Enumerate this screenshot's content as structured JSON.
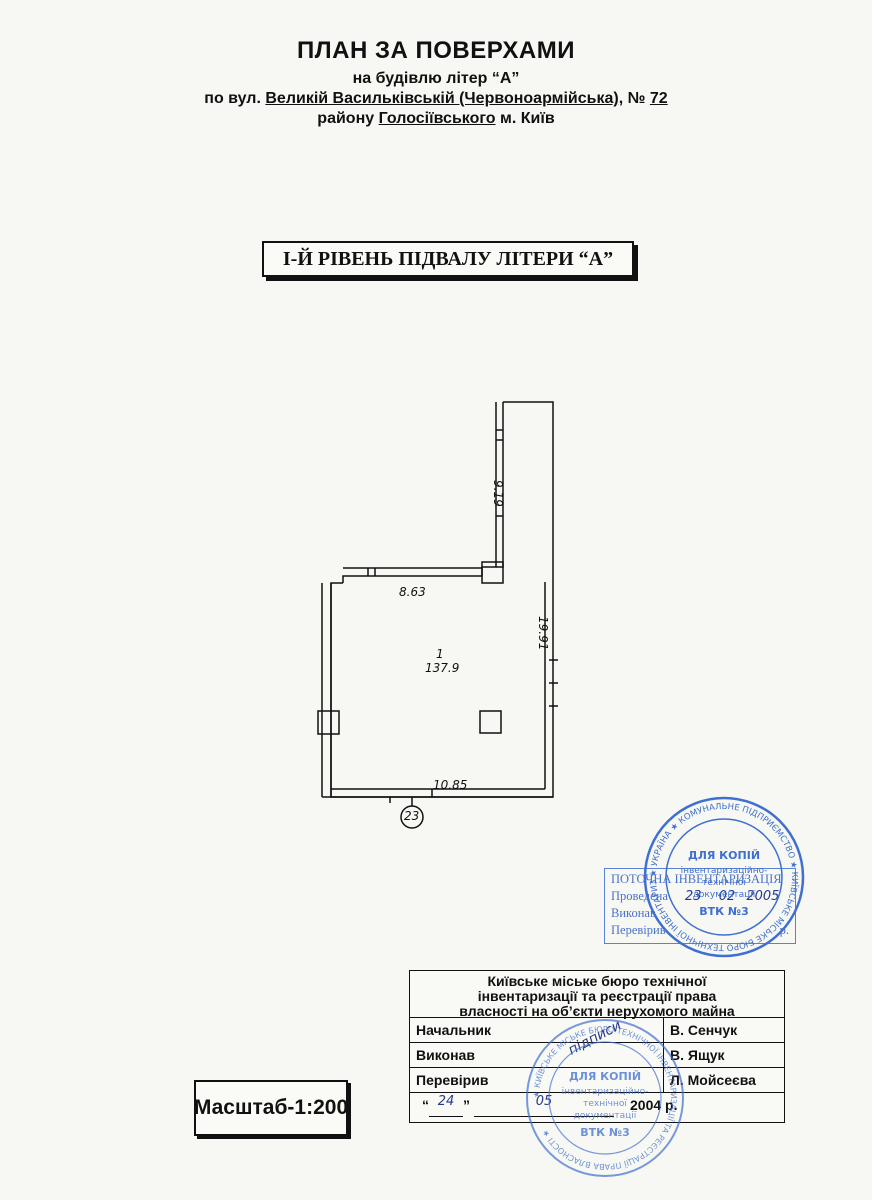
{
  "header": {
    "title": "ПЛАН ЗА ПОВЕРХАМИ",
    "line1": "на будівлю літер “А”",
    "line2_prefix": "по вул.",
    "line2_street": "Великій Васильківській (Червоноармійська)",
    "line2_no_prefix": ", №",
    "line2_number": "72",
    "line3_prefix": "району",
    "line3_district": "Голосіївського",
    "line3_suffix": "м. Київ"
  },
  "level_label": "І-Й РІВЕНЬ ПІДВАЛУ ЛІТЕРИ “А”",
  "floor_plan": {
    "dimensions": [
      "9.19",
      "8.63",
      "19.91",
      "10.85"
    ],
    "room_number": "1",
    "room_area": "137.9",
    "axis_label": "23"
  },
  "inventory_stamp": {
    "line1": "ПОТОЧНА ІНВЕНТАРИЗАЦІЯ",
    "line2": "Проведена",
    "line3": "Виконав",
    "line4": "Перевірив",
    "date_day": "23",
    "date_month": "02",
    "date_year": "2005",
    "year_suffix": "р."
  },
  "round_stamp_top": {
    "outer_text": "★ УКРАЇНА ★ КОМУНАЛЬНЕ ПІДПРИЄМСТВО ★ КИЇВСЬКЕ МІСЬКЕ БЮРО ТЕХНІЧНОЇ ІНВЕНТАРИЗАЦІЇ ТА РЕЄСТРАЦІЇ ПРАВА ВЛАСНОСТІ НА ОБ'ЄКТИ НЕРУХОМОГО МАЙНА ★",
    "inner1": "ДЛЯ КОПІЙ",
    "inner2": "інвентаризаційно-",
    "inner3": "технічної",
    "inner4": "документації",
    "code": "ВТК №3"
  },
  "round_stamp_bottom": {
    "outer_text": "★ КИЇВСЬКЕ МІСЬКЕ БЮРО ТЕХНІЧНОЇ ІНВЕНТАРИЗАЦІЇ ТА РЕЄСТРАЦІЇ ПРАВА ВЛАСНОСТІ ★",
    "inner1": "ДЛЯ КОПІЙ",
    "inner2": "інвентаризаційно-",
    "inner3": "технічної",
    "inner4": "документації",
    "code": "ВТК №3"
  },
  "bureau": {
    "header_line1": "Київське міське бюро технічної",
    "header_line2": "інвентаризації та реєстрації права",
    "header_line3": "власності на об’єкти нерухомого майна",
    "rows": [
      {
        "role": "Начальник",
        "name": "В. Сенчук"
      },
      {
        "role": "Виконав",
        "name": "В. Ящук"
      },
      {
        "role": "Перевірив",
        "name": "Л. Мойсеєва"
      }
    ],
    "date_open_quote": "“",
    "date_day": "24",
    "date_close_quote": "”",
    "date_month": "05",
    "date_year": "2004 р.",
    "handwritten_note": "підписи"
  },
  "scale_label": "Масштаб-1:200",
  "colors": {
    "ink": "#111111",
    "stamp_blue": "#3f6fd0",
    "paper": "#f7f8f3"
  }
}
